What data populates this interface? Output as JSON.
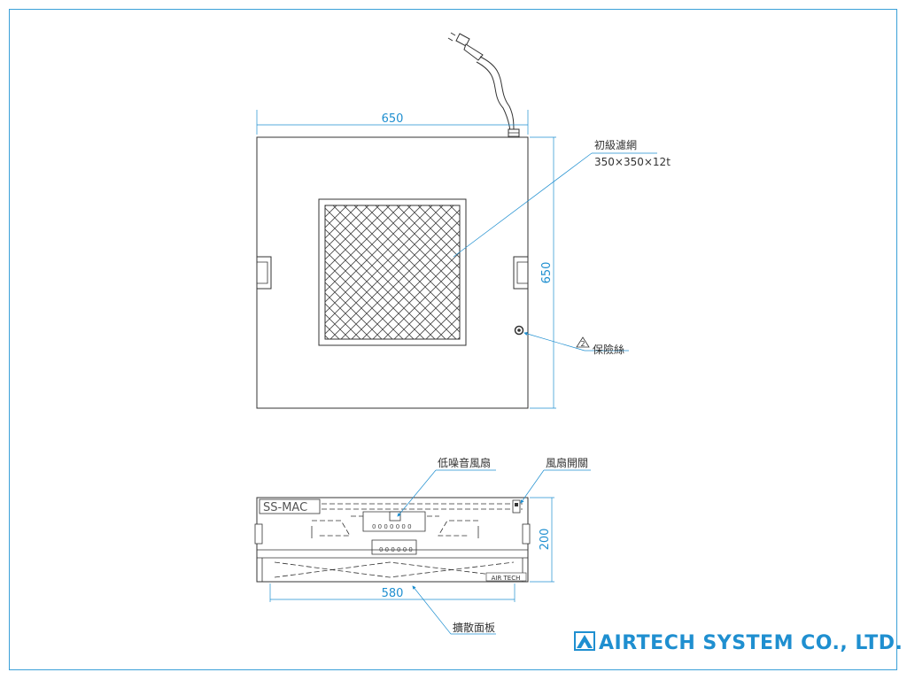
{
  "top_view": {
    "width_dim": "650",
    "height_dim": "650",
    "filter_label": "初級濾網",
    "filter_spec": "350×350×12t",
    "fuse_marker": "2",
    "fuse_label": "保險絲"
  },
  "front_view": {
    "model_plate": "SS-MAC",
    "brand_plate": "AIR TECH",
    "fan_label": "低噪音風扇",
    "switch_label": "風扇開關",
    "height_dim": "200",
    "width_dim": "580",
    "diffuser_label": "擴散面板"
  },
  "company": {
    "name": "AIRTECH SYSTEM CO., LTD.",
    "logo_icon": "airtech-triangle-logo",
    "brand_color": "#1f8fd0"
  }
}
